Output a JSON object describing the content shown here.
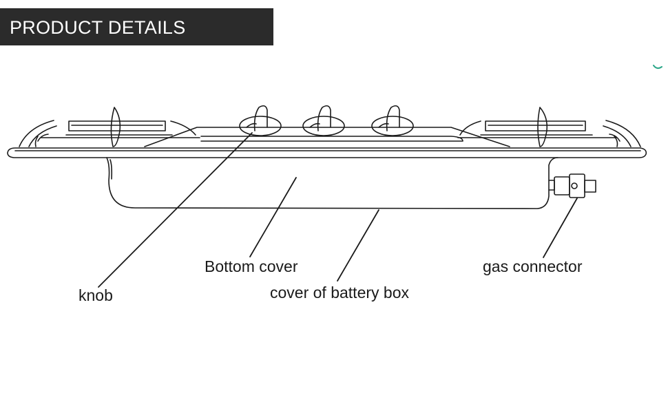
{
  "header": {
    "title": "PRODUCT DETAILS"
  },
  "labels": {
    "knob": "knob",
    "bottom_cover": "Bottom cover",
    "battery_cover": "cover of battery box",
    "gas_connector": "gas connector"
  },
  "colors": {
    "banner_bg": "#2b2b2b",
    "banner_text": "#ffffff",
    "line": "#1a1a1a",
    "accent": "#2fa88a"
  }
}
